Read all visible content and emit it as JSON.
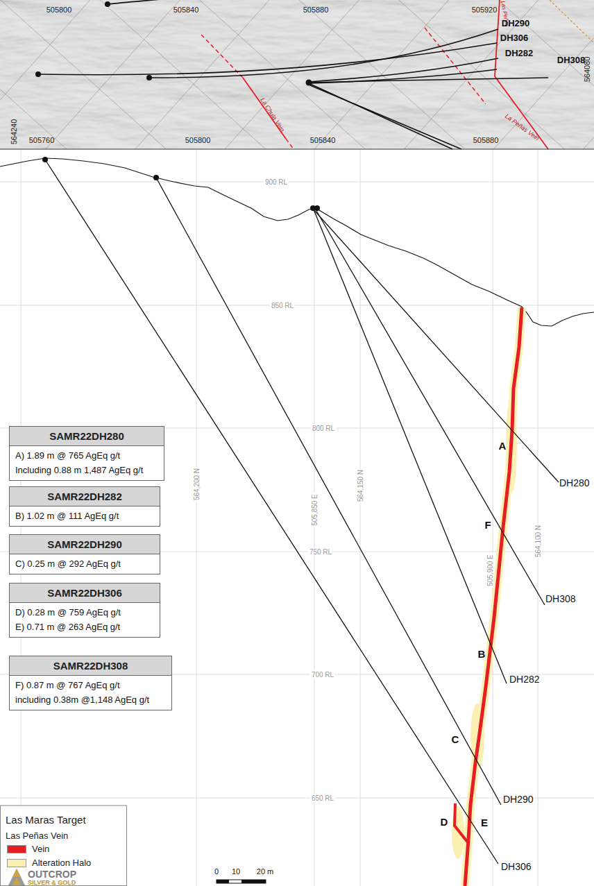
{
  "diagram": {
    "nodes": [
      {
        "text": [
          "SAMR22DH280",
          "A) 1.89 m @ 765 AgEq g/t",
          "Including 0.88 m 1,487 AgEq g/t"
        ]
      },
      {
        "text": [
          "SAMR22DH282",
          "B) 1.02 m @ 111 AgEq g/t"
        ]
      },
      {
        "text": [
          "SAMR22DH290",
          "C) 0.25 m @ 292 AgEq g/t"
        ]
      },
      {
        "text": [
          "SAMR22DH306",
          "D) 0.28 m @ 759 AgEq g/t",
          "E) 0.71 m @ 263 AgEq g/t"
        ]
      },
      {
        "text": [
          "SAMR22DH308",
          "F) 0.87 m @ 767 AgEq g/t",
          "including 0.38m @1,148 AgEq g/t"
        ]
      }
    ],
    "labels": [
      "505800",
      "505840",
      "505880",
      "505920",
      "564080",
      "564240",
      "505760",
      "505800",
      "505840",
      "505880",
      "La Chula Vein",
      "Las Peñas",
      "La Peñas Vein",
      "DH290",
      "DH306",
      "DH282",
      "DH308",
      "900 RL",
      "850 RL",
      "800 RL",
      "750 RL",
      "700 RL",
      "650 RL",
      "564,200 N",
      "505,850 E",
      "564,150 N",
      "505,900 E",
      "564,100 N",
      "A",
      "F",
      "B",
      "C",
      "D",
      "E",
      "DH280",
      "DH308",
      "DH282",
      "DH290",
      "DH306",
      "0",
      "10",
      "20 m",
      "Las Maras Target",
      "Las Peñas Vein",
      "OUTCROP",
      "SILVER & GOLD"
    ],
    "legend": [
      {
        "text": "Vein",
        "color": "#e31e24"
      },
      {
        "text": "Alteration Halo",
        "color": "#fbf0b2"
      }
    ]
  }
}
